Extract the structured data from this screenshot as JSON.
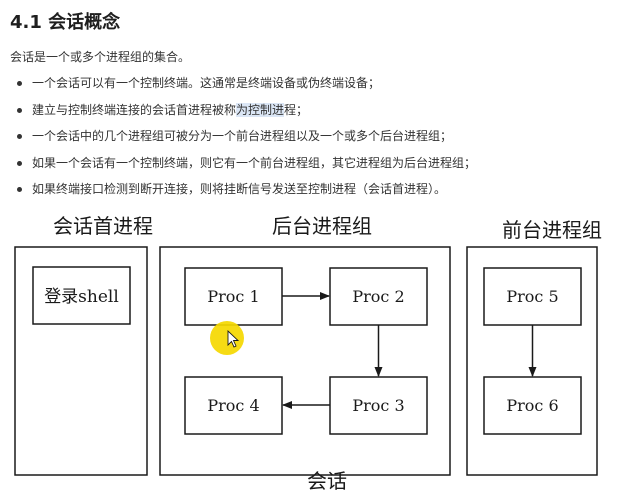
{
  "heading": "4.1 会话概念",
  "intro": "会话是一个或多个进程组的集合。",
  "bullets": [
    {
      "text": "一个会话可以有一个控制终端。这通常是终端设备或伪终端设备；"
    },
    {
      "before": "建立与控制终端连接的会话首进程被称",
      "highlight": "为控制进",
      "after": "程；"
    },
    {
      "text": "一个会话中的几个进程组可被分为一个前台进程组以及一个或多个后台进程组；"
    },
    {
      "text": "如果一个会话有一个控制终端，则它有一个前台进程组，其它进程组为后台进程组；"
    },
    {
      "text": "如果终端接口检测到断开连接，则将挂断信号发送至控制进程（会话首进程）。"
    }
  ],
  "diagram": {
    "session_leader_title": "会话首进程",
    "login_box": "登录shell",
    "background_title": "后台进程组",
    "foreground_title": "前台进程组",
    "session_label": "会话",
    "procs": {
      "p1": "Proc 1",
      "p2": "Proc 2",
      "p3": "Proc 3",
      "p4": "Proc 4",
      "p5": "Proc 5",
      "p6": "Proc 6"
    }
  },
  "cursor_color": "#f5d800"
}
